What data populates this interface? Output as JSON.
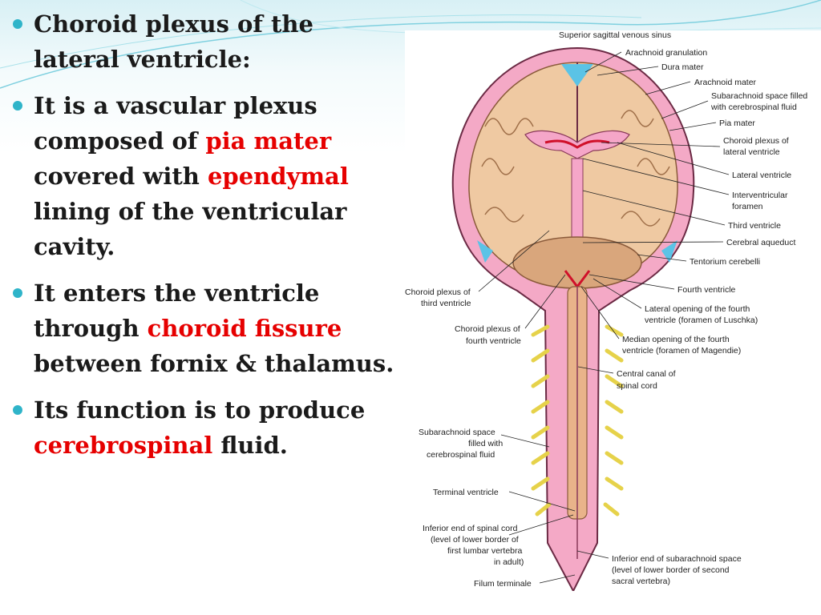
{
  "slide": {
    "bullets": [
      {
        "parts": [
          "Choroid plexus of the lateral ventricle:",
          "",
          "",
          "",
          ""
        ]
      },
      {
        "parts": [
          "It is a vascular plexus composed of ",
          "pia mater",
          " covered with ",
          "ependymal",
          " lining of the ventricular cavity."
        ]
      },
      {
        "parts": [
          "It enters the ventricle through ",
          "choroid fissure",
          " between fornix & thalamus.",
          "",
          ""
        ]
      },
      {
        "parts": [
          "Its function is to produce ",
          "cerebrospinal",
          " fluid.",
          "",
          ""
        ]
      }
    ],
    "accent_color": "#e60000",
    "bullet_color": "#2fb4c9"
  },
  "diagram": {
    "labels_right": [
      "Superior sagittal venous sinus",
      "Arachnoid granulation",
      "Dura mater",
      "Arachnoid mater",
      "Subarachnoid space filled",
      "with cerebrospinal fluid",
      "Pia mater",
      "Choroid plexus of",
      "lateral ventricle",
      "Lateral ventricle",
      "Interventricular",
      "foramen",
      "Third ventricle",
      "Cerebral aqueduct",
      "Tentorium cerebelli",
      "Fourth ventricle",
      "Lateral opening of the fourth",
      "ventricle (foramen of Luschka)",
      "Median opening of the fourth",
      "ventricle (foramen of Magendie)",
      "Central canal of",
      "spinal cord",
      "Inferior end of subarachnoid space",
      "(level of lower border of second",
      "sacral vertebra)"
    ],
    "labels_left": [
      "Choroid plexus of",
      "third ventricle",
      "Choroid plexus of",
      "fourth ventricle",
      "Subarachnoid space",
      "filled with",
      "cerebrospinal fluid",
      "Terminal ventricle",
      "Inferior end of spinal cord",
      "(level of lower border of",
      "first lumbar vertebra",
      "in adult)",
      "Filum terminale"
    ]
  }
}
